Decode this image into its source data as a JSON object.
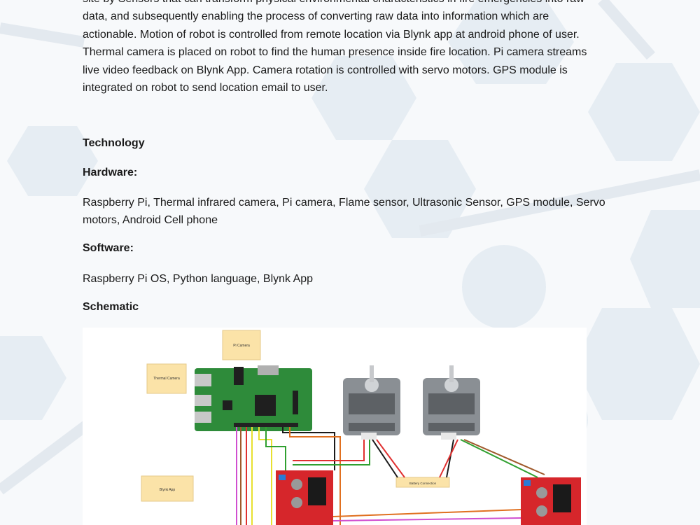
{
  "intro": {
    "lines": [
      "site by Sensors that can transform physical environmental characteristics in fire emergencies into raw",
      "data, and subsequently enabling the process of converting raw data into information which are",
      "actionable. Motion of robot is controlled from remote location via Blynk app at android phone of user.",
      "Thermal camera is placed on robot to find the human presence inside fire location. Pi camera streams",
      "live video feedback on Blynk App. Camera rotation is controlled with servo motors. GPS module is",
      "integrated on robot to send location email to user."
    ]
  },
  "technology": {
    "heading": "Technology",
    "hardware_heading": "Hardware:",
    "hardware_line1": "Raspberry Pi, Thermal infrared camera, Pi camera, Flame sensor, Ultrasonic Sensor, GPS module, Servo",
    "hardware_line2": "motors, Android Cell phone",
    "software_heading": "Software:",
    "software_text": "Raspberry Pi OS, Python language, Blynk App",
    "schematic_heading": "Schematic"
  },
  "schematic": {
    "labels": {
      "pi_camera": "Pi Camera",
      "thermal_camera": "Thermal Camera",
      "blynk_app": "Blynk App",
      "battery": "Battery Connection"
    },
    "colors": {
      "board_green": "#2e8b3a",
      "driver_red": "#d6262b",
      "motor_gray": "#8a8f94",
      "note_yellow": "#fbe3a8"
    }
  }
}
